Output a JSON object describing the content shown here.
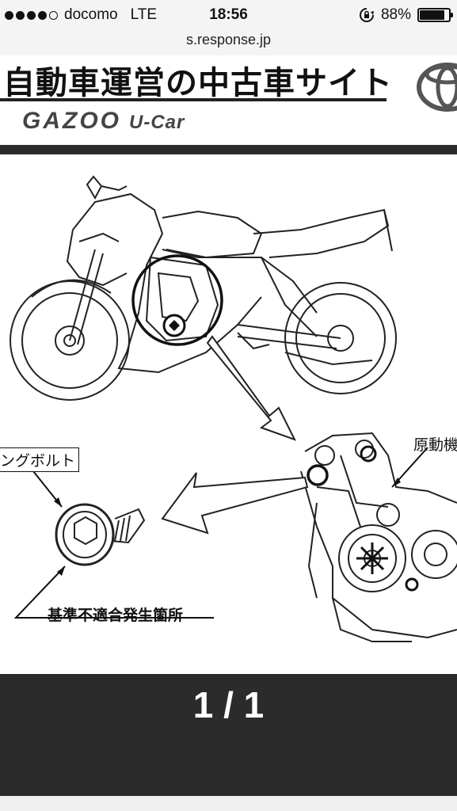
{
  "status_bar": {
    "signal_dots": 5,
    "signal_filled": 4,
    "carrier": "docomo",
    "network": "LTE",
    "time": "18:56",
    "battery_percent_label": "88%",
    "battery_level": 0.88,
    "icons": [
      "rotation-lock-icon",
      "battery-icon"
    ]
  },
  "browser": {
    "url": "s.response.jp"
  },
  "ad_banner": {
    "headline": "自動車運営の中古車サイト",
    "logo_text": "GAZOO",
    "logo_sub": "U-Car",
    "emblem": "toyota-emblem-icon"
  },
  "diagram": {
    "label_bolt": "ングボルト",
    "label_engine": "原動機",
    "label_nonconformity": "基準不適合発生箇所"
  },
  "gallery": {
    "pager": "1 / 1"
  }
}
